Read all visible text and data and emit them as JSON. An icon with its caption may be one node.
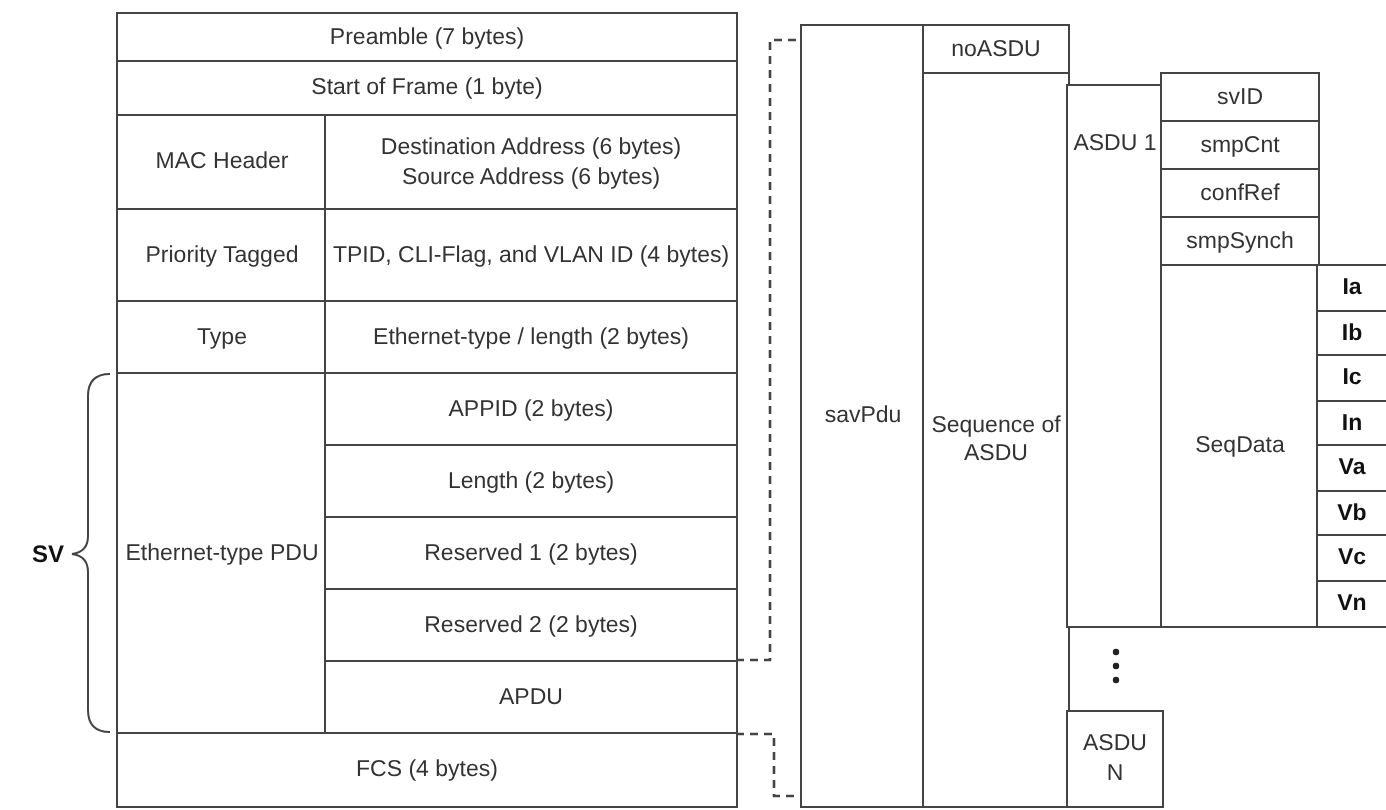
{
  "diagram": {
    "nodes": [
      {
        "text": [
          "Preamble (7 bytes)"
        ]
      },
      {
        "text": [
          "Start of Frame (1 byte)"
        ]
      },
      {
        "text": [
          "MAC Header"
        ]
      },
      {
        "text": [
          "Destination Address (6 bytes)",
          "Source Address (6 bytes)"
        ]
      },
      {
        "text": [
          "Priority Tagged"
        ]
      },
      {
        "text": [
          "TPID, CLI-Flag, and VLAN ID (4 bytes)"
        ]
      },
      {
        "text": [
          "Type"
        ]
      },
      {
        "text": [
          "Ethernet-type / length (2 bytes)"
        ]
      },
      {
        "text": [
          "Ethernet-type PDU"
        ]
      },
      {
        "text": [
          "APPID (2 bytes)"
        ]
      },
      {
        "text": [
          "Length (2 bytes)"
        ]
      },
      {
        "text": [
          "Reserved 1 (2 bytes)"
        ]
      },
      {
        "text": [
          "Reserved 2 (2 bytes)"
        ]
      },
      {
        "text": [
          "APDU"
        ]
      },
      {
        "text": [
          "FCS (4 bytes)"
        ]
      },
      {
        "text": [
          "savPdu"
        ]
      },
      {
        "text": [
          "noASDU"
        ]
      },
      {
        "text": [
          "Sequence of ASDU"
        ]
      },
      {
        "text": [
          "ASDU 1"
        ]
      },
      {
        "text": [
          "svID"
        ]
      },
      {
        "text": [
          "smpCnt"
        ]
      },
      {
        "text": [
          "confRef"
        ]
      },
      {
        "text": [
          "smpSynch"
        ]
      },
      {
        "text": [
          "SeqData"
        ]
      },
      {
        "text": [
          "Ia"
        ]
      },
      {
        "text": [
          "Ib"
        ]
      },
      {
        "text": [
          "Ic"
        ]
      },
      {
        "text": [
          "In"
        ]
      },
      {
        "text": [
          "Va"
        ]
      },
      {
        "text": [
          "Vb"
        ]
      },
      {
        "text": [
          "Vc"
        ]
      },
      {
        "text": [
          "Vn"
        ]
      },
      {
        "text": [
          "ASDU N"
        ]
      }
    ],
    "edges": [
      {
        "from": 13,
        "to": 15,
        "arrow": "none",
        "style": "dashed"
      },
      {
        "from": 13,
        "to": 15,
        "arrow": "none",
        "style": "dashed"
      }
    ],
    "labels": [
      "SV"
    ]
  }
}
